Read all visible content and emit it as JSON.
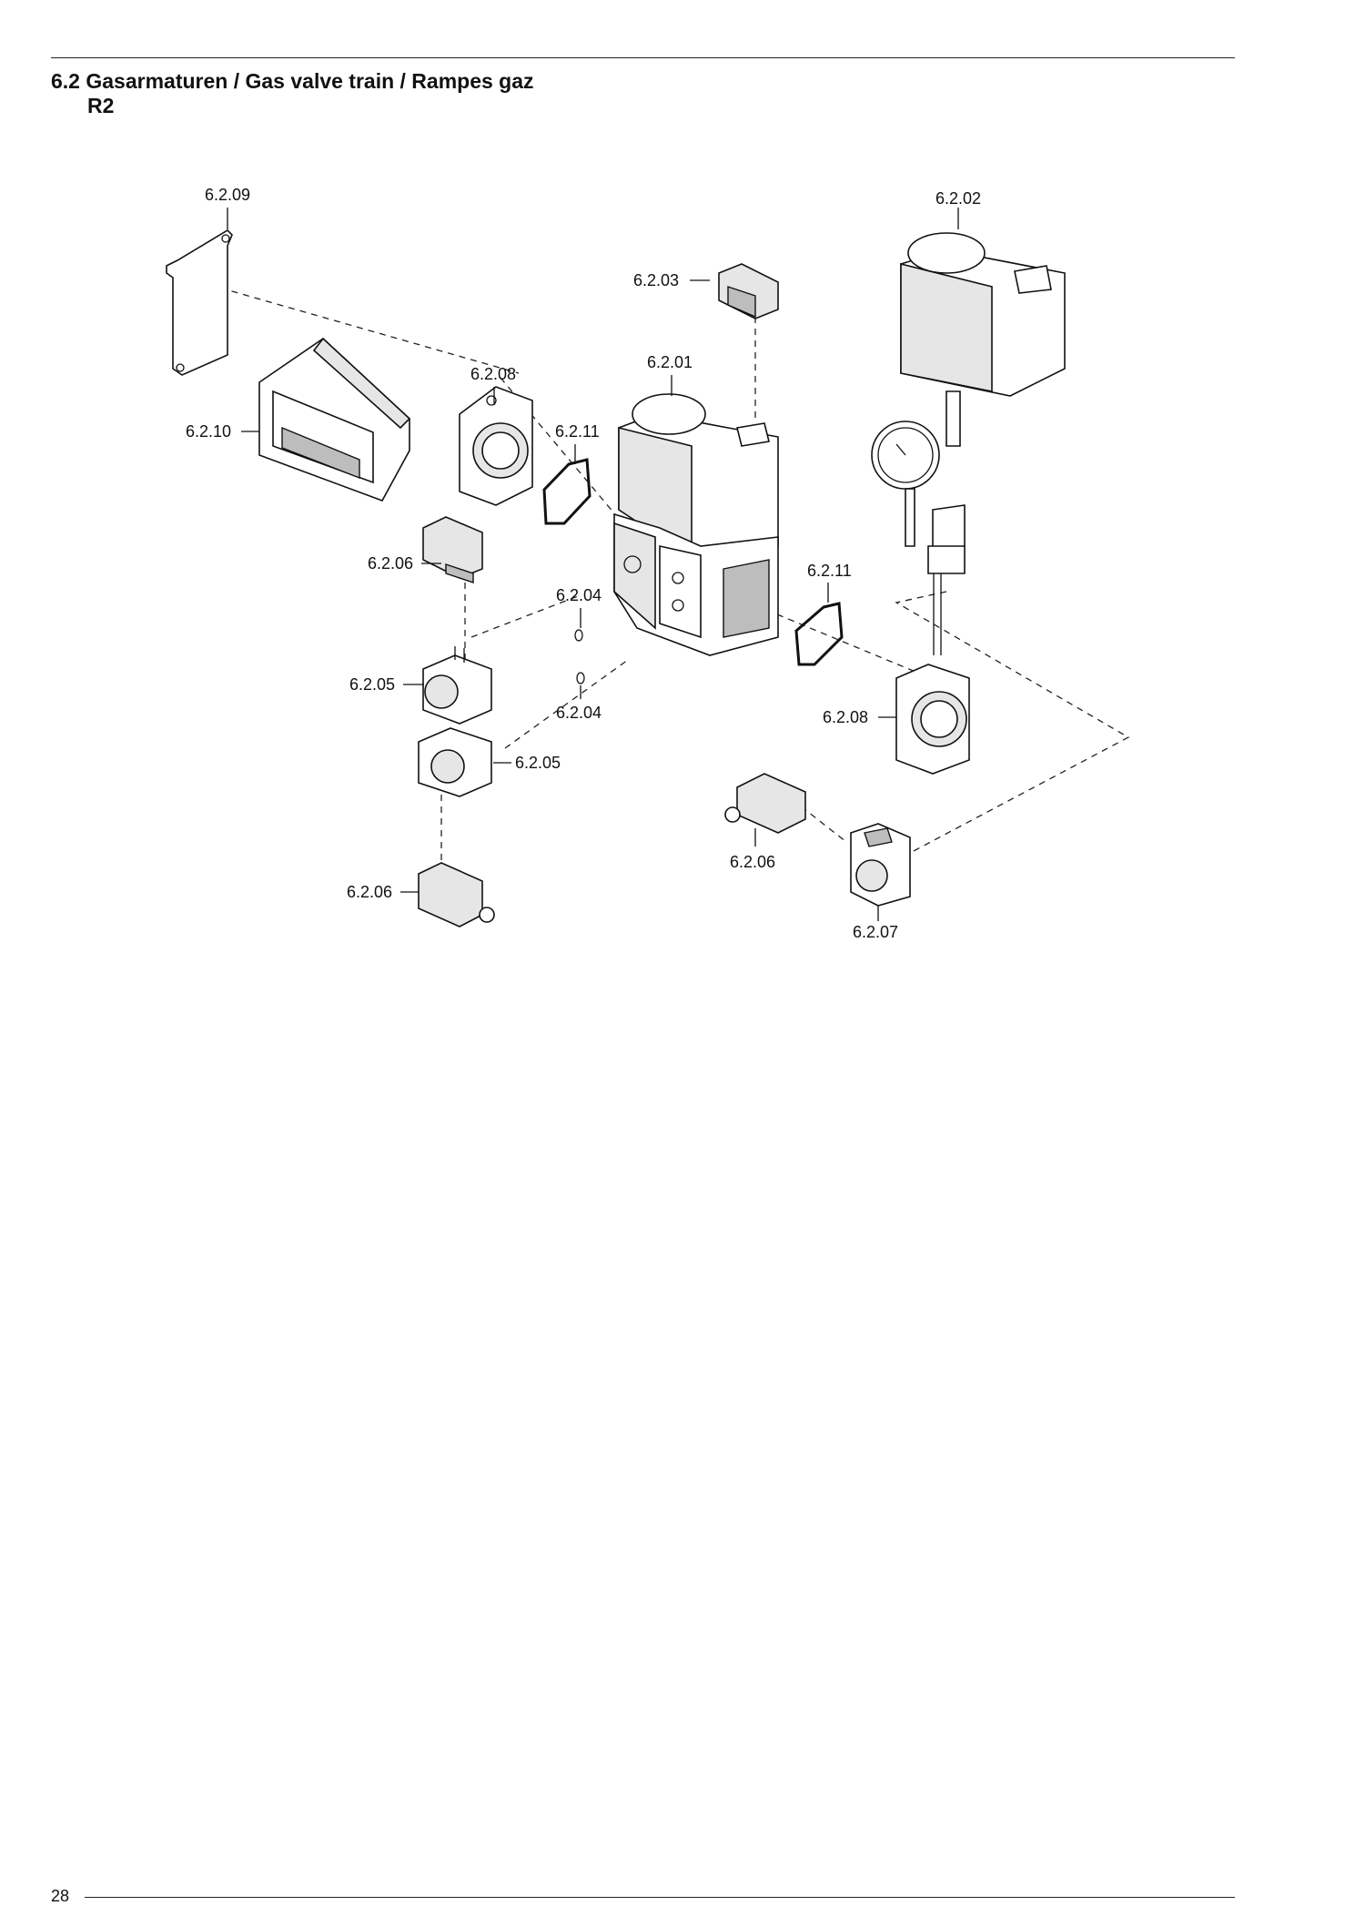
{
  "header": {
    "title": "6.2 Gasarmaturen / Gas valve train / Rampes gaz",
    "subtitle": "R2"
  },
  "footer": {
    "page_number": "28"
  },
  "diagram": {
    "callouts": {
      "p0209": "6.2.09",
      "p0202": "6.2.02",
      "p0203": "6.2.03",
      "p0201": "6.2.01",
      "p0208a": "6.2.08",
      "p0210": "6.2.10",
      "p0211a": "6.2.11",
      "p0206a": "6.2.06",
      "p0204a": "6.2.04",
      "p0211b": "6.2.11",
      "p0205a": "6.2.05",
      "p0204b": "6.2.04",
      "p0208b": "6.2.08",
      "p0205b": "6.2.05",
      "p0206b": "6.2.06",
      "p0206c": "6.2.06",
      "p0207": "6.2.07"
    }
  }
}
